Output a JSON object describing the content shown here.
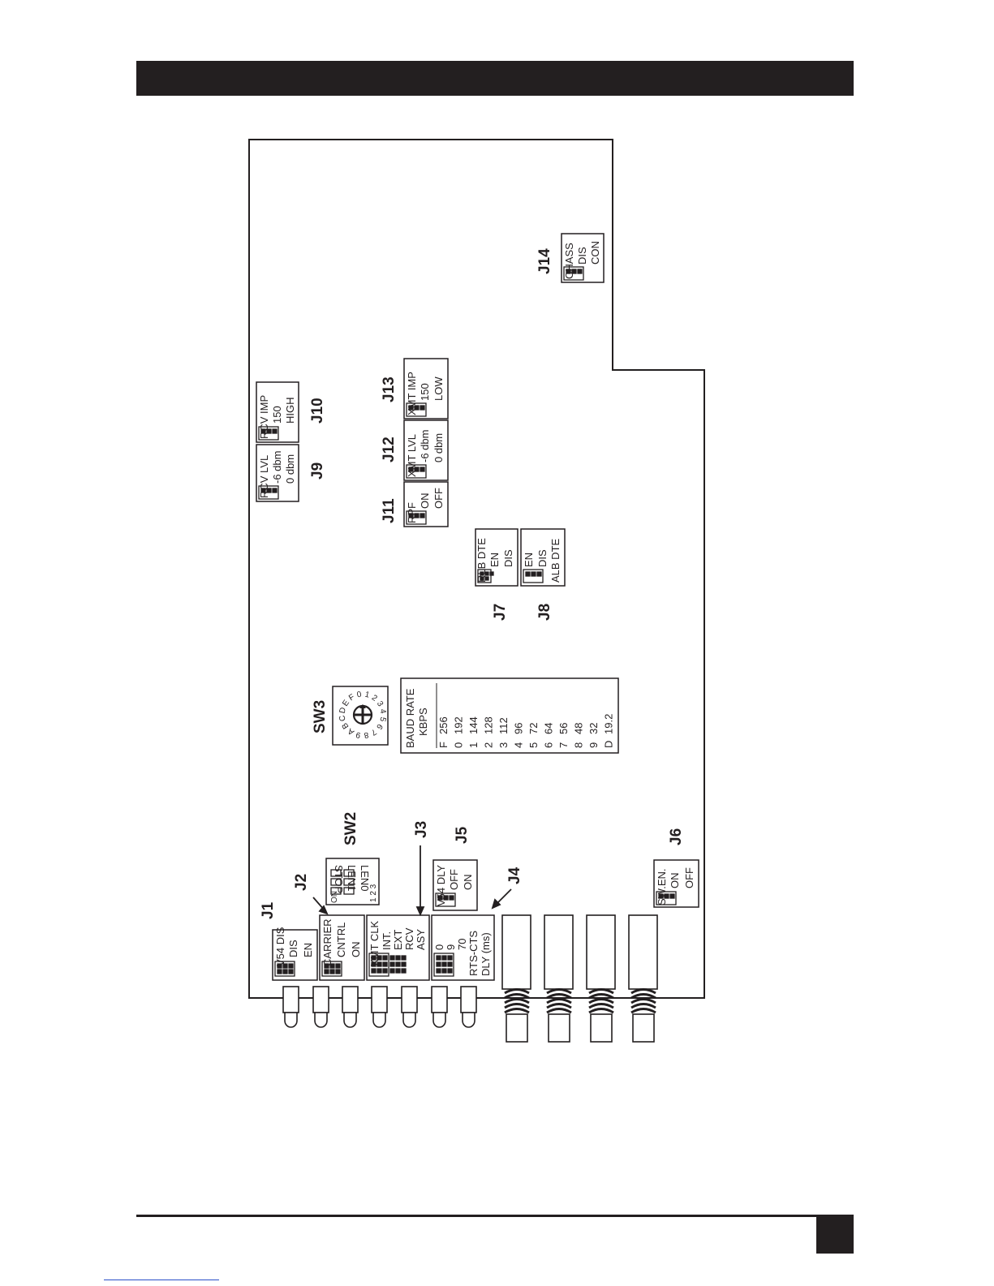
{
  "labels": {
    "j1": "J1",
    "j2": "J2",
    "j3": "J3",
    "j4": "J4",
    "j5": "J5",
    "j6": "J6",
    "j7": "J7",
    "j8": "J8",
    "j9": "J9",
    "j10": "J10",
    "j11": "J11",
    "j12": "J12",
    "j13": "J13",
    "j14": "J14",
    "sw2": "SW2",
    "sw3": "SW3"
  },
  "jumpers": {
    "j1": [
      "V54 DIS",
      "DIS",
      "EN"
    ],
    "j2": [
      "CARRIER",
      "CNTRL",
      "ON"
    ],
    "j3": [
      "XMT CLK",
      "INT.",
      "EXT",
      "RCV",
      "ASY"
    ],
    "j4": [
      "0",
      "9",
      "70",
      "RTS-CTS",
      "DLY  (ms)"
    ],
    "j5": [
      "V54 DLY",
      "OFF",
      "ON"
    ],
    "j6": [
      "SW.EN.",
      "ON",
      "OFF"
    ],
    "j7": [
      "RLB DTE",
      "EN",
      "DIS"
    ],
    "j8": [
      "EN",
      "DIS",
      "ALB DTE"
    ],
    "j9": [
      "RCV LVL",
      "-6 dbm",
      "0 dbm"
    ],
    "j10": [
      "RCV IMP",
      "150",
      "HIGH"
    ],
    "j11": [
      "RPF",
      "ON",
      "OFF"
    ],
    "j12": [
      "XMT LVL",
      "-6 dbm",
      "0 dbm"
    ],
    "j13": [
      "XMT IMP",
      "150",
      "LOW"
    ],
    "j14": [
      "CHASS",
      "DIS",
      "CON"
    ]
  },
  "sw2": {
    "on": "ON",
    "positions": "1 2 3",
    "names": [
      "LEN0",
      "LEN1",
      "STOP"
    ]
  },
  "sw3": {
    "dial": [
      "0",
      "1",
      "2",
      "3",
      "4",
      "5",
      "6",
      "7",
      "8",
      "9",
      "A",
      "B",
      "C",
      "D",
      "E",
      "F"
    ]
  },
  "baud_table": {
    "header": [
      "BAUD RATE",
      "KBPS"
    ],
    "rows": [
      [
        "F",
        "256"
      ],
      [
        "0",
        "192"
      ],
      [
        "1",
        "144"
      ],
      [
        "2",
        "128"
      ],
      [
        "3",
        "112"
      ],
      [
        "4",
        "96"
      ],
      [
        "5",
        "72"
      ],
      [
        "6",
        "64"
      ],
      [
        "7",
        "56"
      ],
      [
        "8",
        "48"
      ],
      [
        "9",
        "32"
      ],
      [
        "D",
        "19.2"
      ]
    ]
  }
}
